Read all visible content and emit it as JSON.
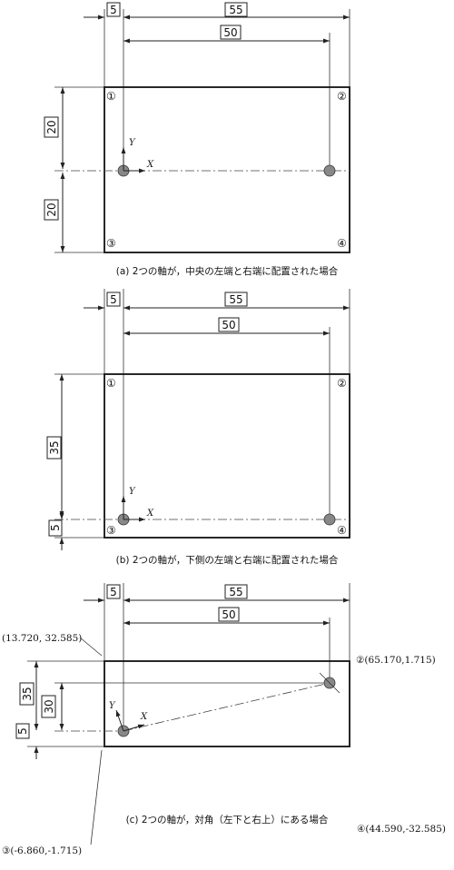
{
  "panels": [
    {
      "id": "a",
      "caption": "(a) 2つの軸が，中央の左端と右端に配置された場合",
      "dims": {
        "left_offset": "5",
        "width_total": "55",
        "hole_span": "50",
        "upper": "20",
        "lower": "20"
      },
      "corners": [
        "①",
        "②",
        "③",
        "④"
      ],
      "axis_x": "X",
      "axis_y": "Y"
    },
    {
      "id": "b",
      "caption": "(b) 2つの軸が，下側の左端と右端に配置された場合",
      "dims": {
        "left_offset": "5",
        "width_total": "55",
        "hole_span": "50",
        "upper": "35",
        "lower": "5"
      },
      "corners": [
        "①",
        "②",
        "③",
        "④"
      ],
      "axis_x": "X",
      "axis_y": "Y"
    },
    {
      "id": "c",
      "caption": "(c) 2つの軸が，対角（左下と右上）にある場合",
      "dims": {
        "left_offset": "5",
        "width_total": "55",
        "hole_span": "50",
        "upper_outer": "35",
        "inner": "30",
        "lower": "5"
      },
      "coords": {
        "p1": "(13.720, 32.585)",
        "p2": "②(65.170,1.715)",
        "p3": "③(-6.860,-1.715)",
        "p4": "④(44.590,-32.585)"
      },
      "axis_x": "X",
      "axis_y": "Y"
    }
  ]
}
